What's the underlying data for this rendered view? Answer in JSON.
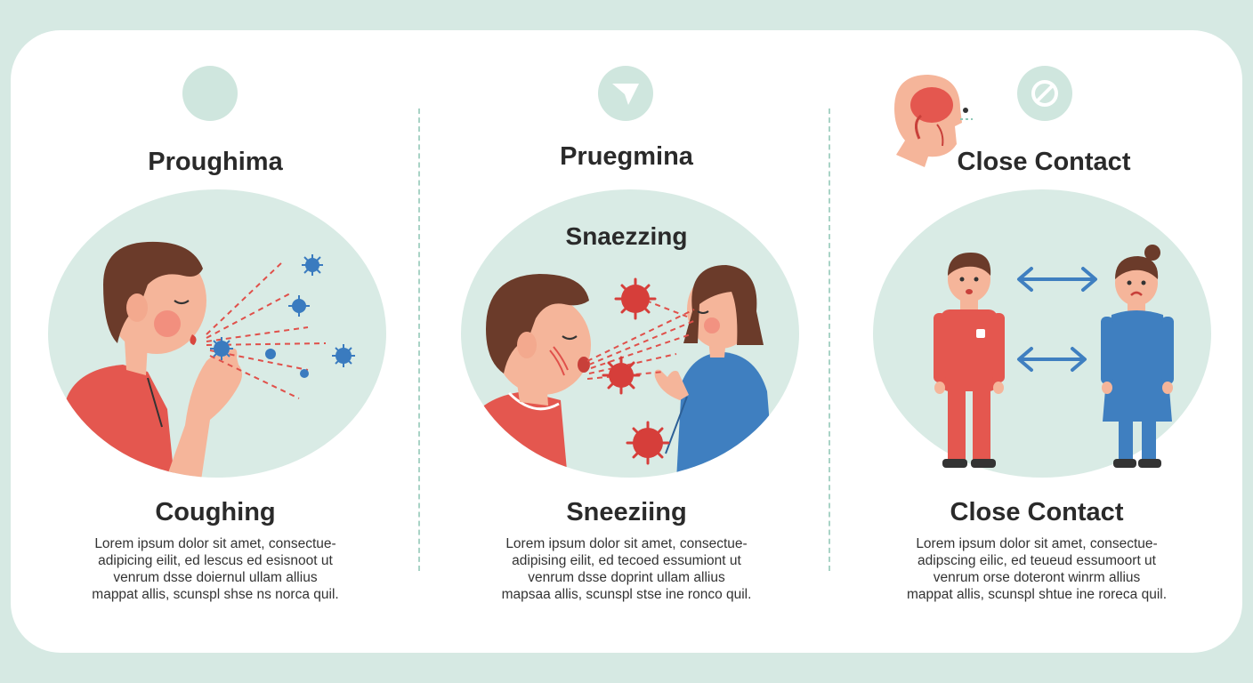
{
  "panels": [
    {
      "title": "Proughima",
      "subtitle": "Coughing",
      "body": [
        "Lorem ipsum dolor sit amet, consectue-",
        "adipicing eilit, ed lescus ed esisnoot ut",
        "venrum dsse doiernul ullam allius",
        "mappat allis, scunspl shse ns norca quil."
      ]
    },
    {
      "title": "Pruegmina",
      "scene_label": "Snaezzing",
      "subtitle": "Sneeziing",
      "body": [
        "Lorem ipsum dolor sit amet, consectue-",
        "adipising eilit, ed tecoed essumiont ut",
        "venrum dsse doprint ullam allius",
        "mapsaa allis, scunspl stse ine ronco quil."
      ]
    },
    {
      "title": "Close Contact",
      "subtitle": "Close Contact",
      "body": [
        "Lorem ipsum dolor sit amet, consectue-",
        "adipscing eilic, ed teueud essumoort ut",
        "venrum orse doteront winrm allius",
        "mappat allis, scunspl shtue ine roreca quil."
      ]
    }
  ],
  "colors": {
    "background": "#d6e9e3",
    "card": "#ffffff",
    "scene_circle": "#d9ebe5",
    "accent_red": "#e4574f",
    "accent_blue": "#3f7fc0",
    "virus_blue": "#3a7bbf",
    "virus_red": "#d63e3a"
  },
  "icons": [
    "circle-icon",
    "arrow-badge-icon",
    "no-contact-icon",
    "sneezing-head-icon",
    "virus-icon",
    "double-arrow-icon"
  ]
}
